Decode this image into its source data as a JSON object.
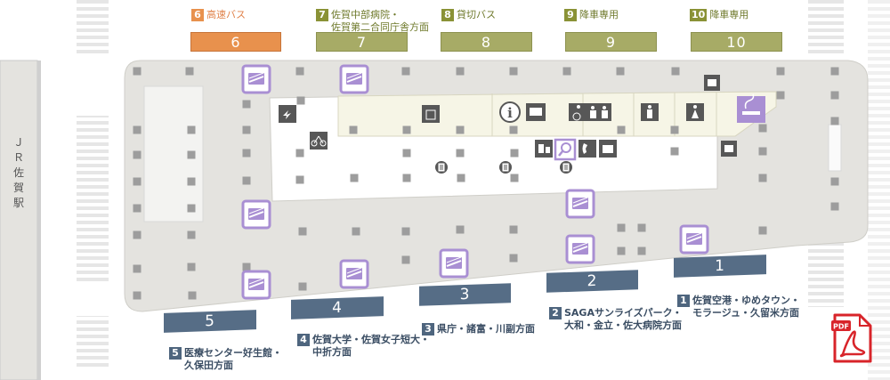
{
  "top_bays": [
    {
      "num": "6",
      "text": "高速バス",
      "bay": "6",
      "highlight": true
    },
    {
      "num": "7",
      "text": "佐賀中部病院・\n佐賀第二合同庁舎方面",
      "bay": "7",
      "highlight": false
    },
    {
      "num": "8",
      "text": "貸切バス",
      "bay": "8",
      "highlight": false
    },
    {
      "num": "9",
      "text": "降車専用",
      "bay": "9",
      "highlight": false
    },
    {
      "num": "10",
      "text": "降車専用",
      "bay": "10",
      "highlight": false
    }
  ],
  "bottom_bays": [
    {
      "num": "1",
      "text": "佐賀空港・ゆめタウン・\nモラージュ・久留米方面",
      "bay": "1"
    },
    {
      "num": "2",
      "text": "SAGAサンライズパーク・\n大和・金立・佐大病院方面",
      "bay": "2"
    },
    {
      "num": "3",
      "text": "県庁・諸富・川副方面",
      "bay": "3"
    },
    {
      "num": "4",
      "text": "佐賀大学・佐賀女子短大・\n中折方面",
      "bay": "4"
    },
    {
      "num": "5",
      "text": "医療センター好生館・\n久保田方面",
      "bay": "5"
    }
  ],
  "jr_station": "ＪＲ佐賀駅",
  "colors": {
    "platform": "#e4e3df",
    "building": "#f6f5ee",
    "road": "#ffffff",
    "pillar": "#9d9d9d",
    "purple": "#a98fd3",
    "bay_top": "#a7ab66",
    "bay_highlight": "#e8914d",
    "bay_bottom": "#566d86",
    "pdf_red": "#d8242a"
  },
  "icons": [
    "ticket-machine-icon",
    "coin-locker-icon",
    "information-icon",
    "tv-monitor-icon",
    "accessible-toilet-icon",
    "mens-toilet-icon",
    "womens-toilet-icon",
    "smoking-area-icon",
    "ev-charger-icon",
    "bicycle-parking-icon",
    "search-icon",
    "telephone-icon",
    "atm-icon",
    "timetable-icon",
    "pdf-icon"
  ],
  "pdf_label": "PDF"
}
